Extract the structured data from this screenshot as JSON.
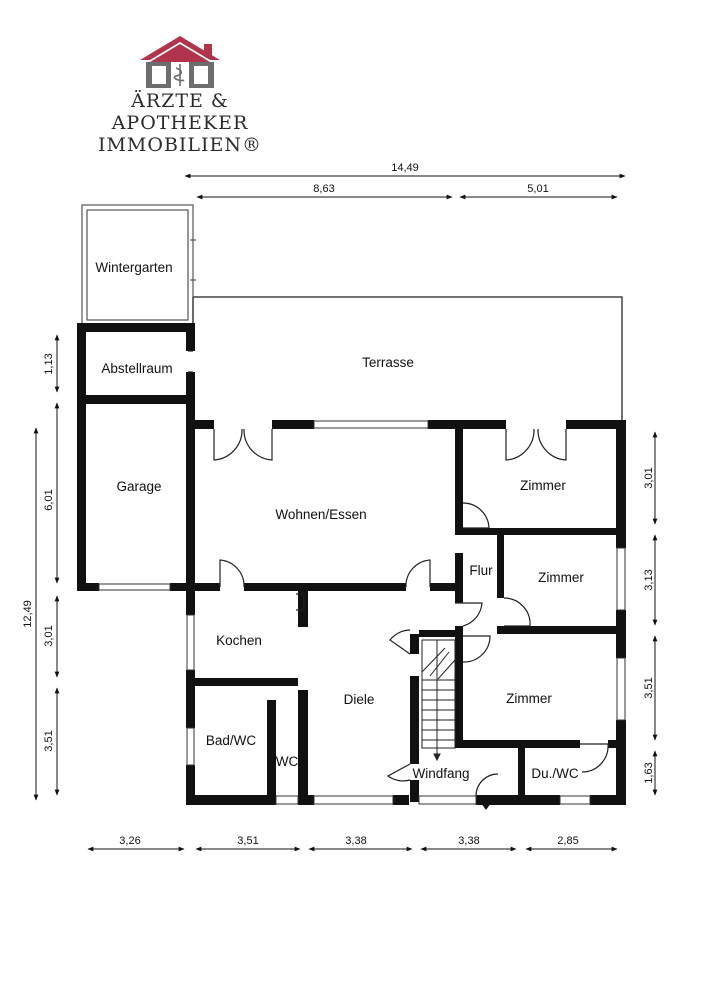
{
  "brand": {
    "line1": "ÄRZTE & APOTHEKER",
    "line2": "IMMOBILIEN®",
    "colors": {
      "roof": "#b0344b",
      "house": "#6d6d6d"
    }
  },
  "rooms": {
    "wintergarten": "Wintergarten",
    "abstellraum": "Abstellraum",
    "terrasse": "Terrasse",
    "garage": "Garage",
    "wohnen": "Wohnen/Essen",
    "zimmer1": "Zimmer",
    "zimmer2": "Zimmer",
    "zimmer3": "Zimmer",
    "flur": "Flur",
    "kochen": "Kochen",
    "diele": "Diele",
    "bad": "Bad/WC",
    "wc": "WC",
    "windfang": "Windfang",
    "duwc": "Du./WC"
  },
  "dimensions": {
    "top_total": "14,49",
    "top_left": "8,63",
    "top_right": "5,01",
    "left_total": "12,49",
    "left_1": "1,13",
    "left_2": "6,01",
    "left_3": "3,01",
    "left_4": "3,51",
    "right_1": "3,01",
    "right_2": "3,13",
    "right_3": "3,51",
    "right_4": "1,63",
    "bottom_1": "3,26",
    "bottom_2": "3,51",
    "bottom_3": "3,38",
    "bottom_4": "3,38",
    "bottom_5": "2,85"
  }
}
